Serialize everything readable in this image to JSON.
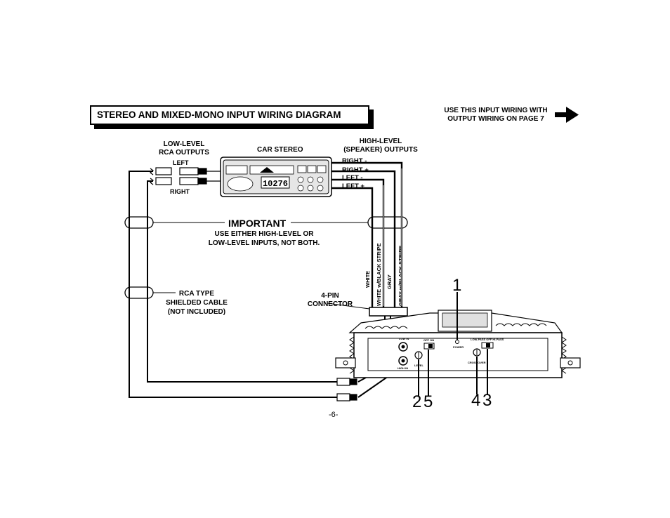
{
  "title": "STEREO AND MIXED-MONO INPUT WIRING DIAGRAM",
  "note": {
    "line1": "USE THIS INPUT WIRING WITH",
    "line2": "OUTPUT WIRING ON PAGE 7"
  },
  "low_level": {
    "line1": "LOW-LEVEL",
    "line2": "RCA OUTPUTS",
    "left": "LEFT",
    "right": "RIGHT"
  },
  "car_stereo": "CAR STEREO",
  "high_level": {
    "line1": "HIGH-LEVEL",
    "line2": "(SPEAKER) OUTPUTS",
    "outputs": [
      "RIGHT -",
      "RIGHT +",
      "LEFT -",
      "LEFT +"
    ]
  },
  "stereo_display": "10276",
  "important": {
    "title": "IMPORTANT",
    "line1": "USE EITHER HIGH-LEVEL OR",
    "line2": "LOW-LEVEL INPUTS, NOT BOTH."
  },
  "rca_cable": {
    "line1": "RCA TYPE",
    "line2": "SHIELDED CABLE",
    "line3": "(NOT INCLUDED)"
  },
  "connector": {
    "line1": "4-PIN",
    "line2": "CONNECTOR"
  },
  "wires": [
    "WHITE",
    "WHITE w/BLACK STRIPE",
    "GRAY",
    "GRAY w/BLACK STRIPE"
  ],
  "amp_labels": {
    "low_in": "LOW IN",
    "high_in": "HIGH IN",
    "level": "LEVEL",
    "power": "POWER",
    "bass_boost": "OFF  ON",
    "filter": "LOW-PASS  OFF  HI-PASS",
    "crossover": "CROSSOVER"
  },
  "callouts": [
    "1",
    "2",
    "5",
    "4",
    "3"
  ],
  "page_number": "-6-"
}
